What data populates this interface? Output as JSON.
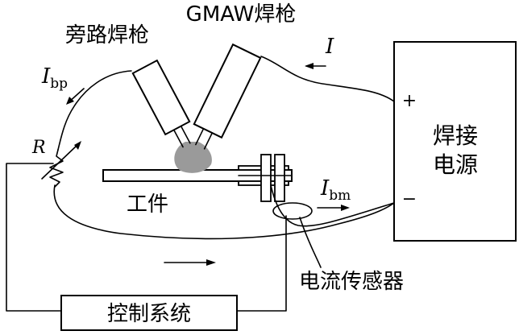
{
  "labels": {
    "gmaw_torch": "GMAW焊枪",
    "bypass_torch": "旁路焊枪",
    "current_main": "I",
    "current_bypass_base": "I",
    "current_bypass_sub": "bp",
    "resistor": "R",
    "workpiece": "工件",
    "current_base_base": "I",
    "current_base_sub": "bm",
    "current_sensor": "电流传感器",
    "control_system": "控制系统",
    "power_source_line1": "焊接",
    "power_source_line2": "电源",
    "terminal_plus": "+",
    "terminal_minus": "−"
  },
  "colors": {
    "line": "#000000",
    "arc": "#9a9a9a",
    "background": "#ffffff"
  }
}
